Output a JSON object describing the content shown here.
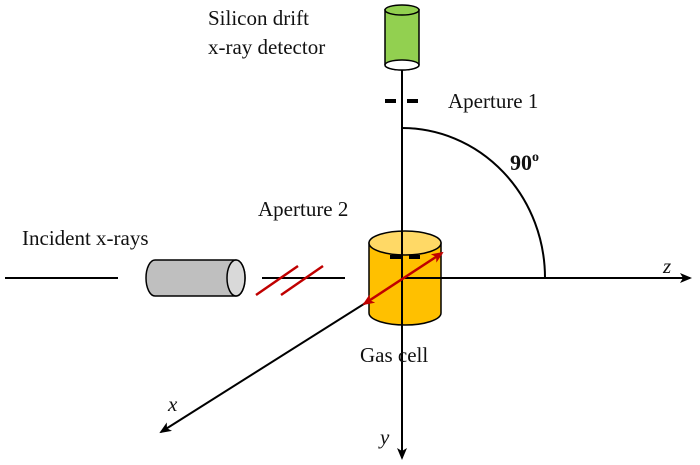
{
  "diagram": {
    "labels": {
      "detector_line1": "Silicon drift",
      "detector_line2": "x-ray detector",
      "aperture1": "Aperture 1",
      "angle": "90",
      "angle_sup": "o",
      "aperture2": "Aperture 2",
      "incident": "Incident x-rays",
      "gas_cell": "Gas cell",
      "axis_z": "z",
      "axis_x": "x",
      "axis_y": "y"
    },
    "colors": {
      "detector": "#92d050",
      "gas_cell": "#ffc000",
      "gas_cell_top": "#ffd966",
      "tube": "#bfbfbf",
      "tube_end": "#d9d9d9",
      "polarization": "#c00000",
      "line": "#000000"
    }
  }
}
